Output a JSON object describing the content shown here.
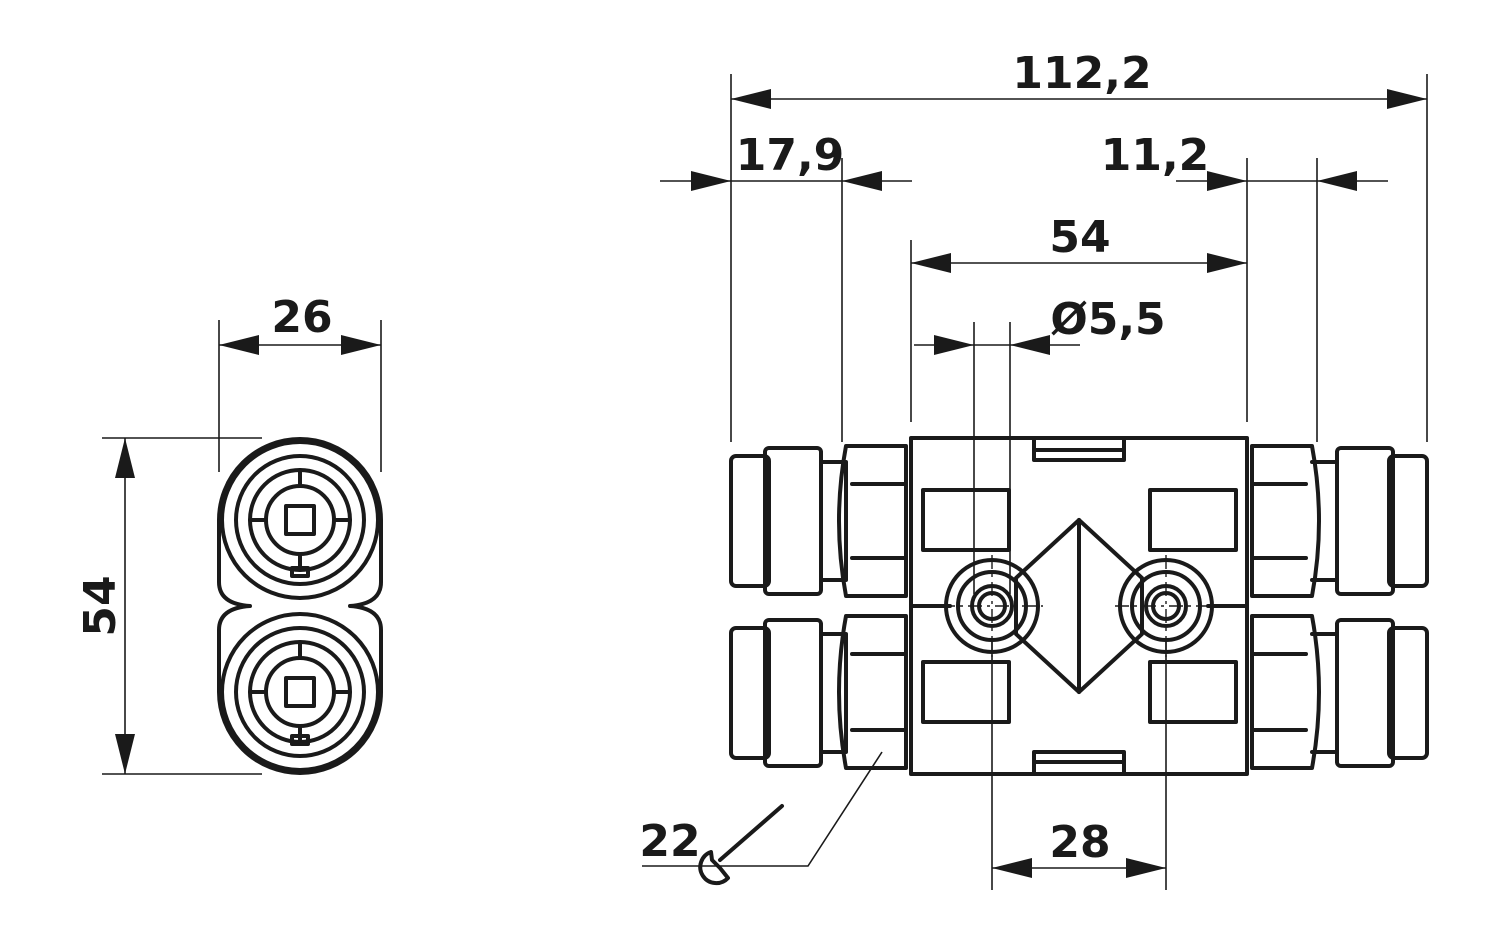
{
  "dimensions": {
    "overall_length": "112,2",
    "left_port_length": "17,9",
    "right_port_offset": "11,2",
    "mount_span": "54",
    "hole_diameter": "Ø5,5",
    "hole_spacing": "28",
    "end_width": "26",
    "end_height": "54",
    "wrench_size": "22"
  },
  "icons": {
    "wrench": "wrench-icon"
  },
  "colors": {
    "line": "#1a1a1a",
    "background": "#ffffff"
  }
}
